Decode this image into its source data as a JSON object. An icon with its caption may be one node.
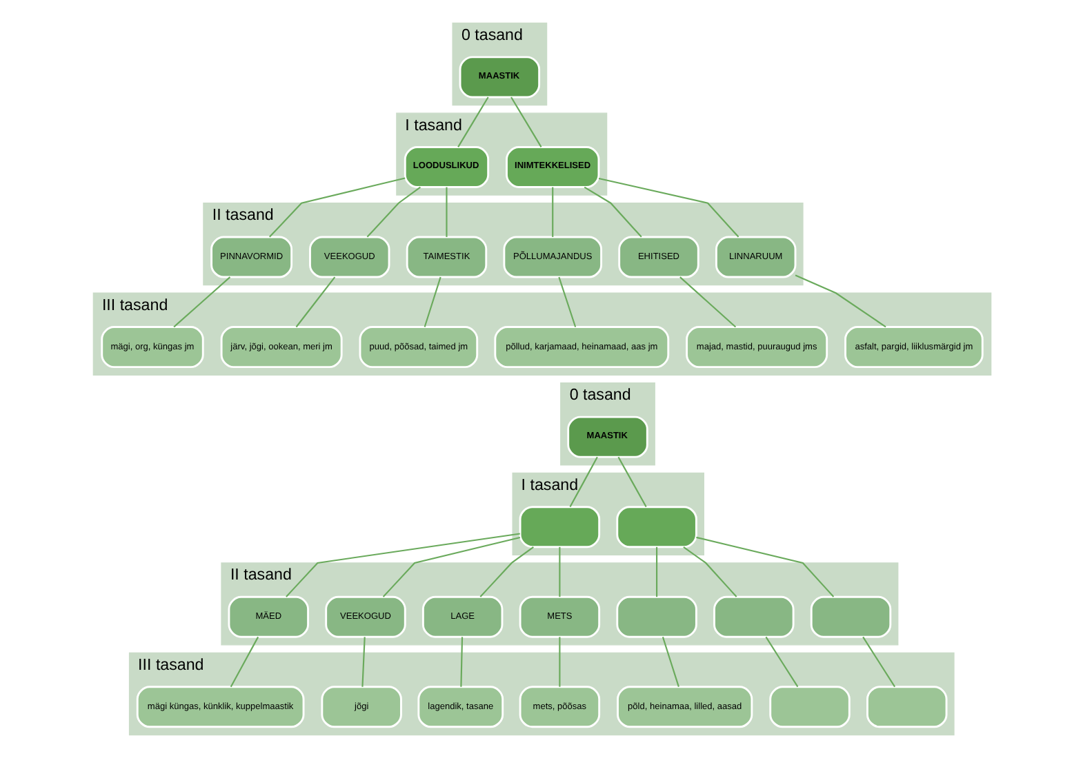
{
  "diagram": {
    "nodes": [
      {
        "text": [
          "0 tasand"
        ]
      },
      {
        "text": [
          "MAASTIK"
        ],
        "in": 0
      },
      {
        "text": [
          "I tasand"
        ]
      },
      {
        "text": [
          "LOODUSLIKUD"
        ],
        "in": 2
      },
      {
        "text": [
          "INIMTEKKELISED"
        ],
        "in": 2
      },
      {
        "text": [
          "II tasand"
        ]
      },
      {
        "text": [
          "PINNAVORMID"
        ],
        "in": 5
      },
      {
        "text": [
          "VEEKOGUD"
        ],
        "in": 5
      },
      {
        "text": [
          "TAIMESTIK"
        ],
        "in": 5
      },
      {
        "text": [
          "PÕLLUMAJANDUS"
        ],
        "in": 5
      },
      {
        "text": [
          "EHITISED"
        ],
        "in": 5
      },
      {
        "text": [
          "LINNARUUM"
        ],
        "in": 5
      },
      {
        "text": [
          "III tasand"
        ]
      },
      {
        "text": [
          "mägi, org, küngas jm"
        ],
        "in": 12
      },
      {
        "text": [
          "järv, jõgi, ookean, meri jm"
        ],
        "in": 12
      },
      {
        "text": [
          "puud, põõsad, taimed jm"
        ],
        "in": 12
      },
      {
        "text": [
          "põllud, karjamaad, heinamaad, aas jm"
        ],
        "in": 12
      },
      {
        "text": [
          "majad, mastid, puuraugud jms"
        ],
        "in": 12
      },
      {
        "text": [
          "asfalt, pargid, liiklusmärgid jm"
        ],
        "in": 12
      },
      {
        "text": [
          "0 tasand"
        ]
      },
      {
        "text": [
          "MAASTIK"
        ],
        "in": 19
      },
      {
        "text": [
          "I tasand"
        ]
      },
      {
        "text": [],
        "shape": "box",
        "in": 21
      },
      {
        "text": [],
        "shape": "box",
        "in": 21
      },
      {
        "text": [
          "II tasand"
        ]
      },
      {
        "text": [
          "MÄED"
        ],
        "in": 24
      },
      {
        "text": [
          "VEEKOGUD"
        ],
        "in": 24
      },
      {
        "text": [
          "LAGE"
        ],
        "in": 24
      },
      {
        "text": [
          "METS"
        ],
        "in": 24
      },
      {
        "text": [],
        "shape": "box",
        "in": 24
      },
      {
        "text": [],
        "shape": "box",
        "in": 24
      },
      {
        "text": [],
        "shape": "box",
        "in": 24
      },
      {
        "text": [
          "III tasand"
        ]
      },
      {
        "text": [
          "mägi küngas, künklik, kuppelmaastik"
        ],
        "in": 32
      },
      {
        "text": [
          "jõgi"
        ],
        "in": 32
      },
      {
        "text": [
          "lagendik, tasane"
        ],
        "in": 32
      },
      {
        "text": [
          "mets, põõsas"
        ],
        "in": 32
      },
      {
        "text": [
          "põld, heinamaa, lilled, aasad"
        ],
        "in": 32
      },
      {
        "text": [],
        "shape": "box",
        "in": 32
      },
      {
        "text": [],
        "shape": "box",
        "in": 32
      }
    ],
    "edges": [
      {
        "from": 1,
        "to": 3,
        "arrow": "none"
      },
      {
        "from": 1,
        "to": 4,
        "arrow": "none"
      },
      {
        "from": 3,
        "to": 6,
        "arrow": "none"
      },
      {
        "from": 3,
        "to": 7,
        "arrow": "none"
      },
      {
        "from": 3,
        "to": 8,
        "arrow": "none"
      },
      {
        "from": 4,
        "to": 9,
        "arrow": "none"
      },
      {
        "from": 4,
        "to": 10,
        "arrow": "none"
      },
      {
        "from": 4,
        "to": 11,
        "arrow": "none"
      },
      {
        "from": 6,
        "to": 13,
        "arrow": "none"
      },
      {
        "from": 7,
        "to": 14,
        "arrow": "none"
      },
      {
        "from": 8,
        "to": 15,
        "arrow": "none"
      },
      {
        "from": 9,
        "to": 16,
        "arrow": "none"
      },
      {
        "from": 10,
        "to": 17,
        "arrow": "none"
      },
      {
        "from": 11,
        "to": 18,
        "arrow": "none"
      },
      {
        "from": 20,
        "to": 22,
        "arrow": "none"
      },
      {
        "from": 20,
        "to": 23,
        "arrow": "none"
      },
      {
        "from": 22,
        "to": 25,
        "arrow": "none"
      },
      {
        "from": 22,
        "to": 26,
        "arrow": "none"
      },
      {
        "from": 22,
        "to": 27,
        "arrow": "none"
      },
      {
        "from": 22,
        "to": 28,
        "arrow": "none"
      },
      {
        "from": 23,
        "to": 29,
        "arrow": "none"
      },
      {
        "from": 23,
        "to": 30,
        "arrow": "none"
      },
      {
        "from": 23,
        "to": 31,
        "arrow": "none"
      },
      {
        "from": 25,
        "to": 33,
        "arrow": "none"
      },
      {
        "from": 26,
        "to": 34,
        "arrow": "none"
      },
      {
        "from": 27,
        "to": 35,
        "arrow": "none"
      },
      {
        "from": 28,
        "to": 36,
        "arrow": "none"
      },
      {
        "from": 29,
        "to": 37,
        "arrow": "none"
      },
      {
        "from": 30,
        "to": 38,
        "arrow": "none"
      },
      {
        "from": 31,
        "to": 39,
        "arrow": "none"
      }
    ]
  }
}
